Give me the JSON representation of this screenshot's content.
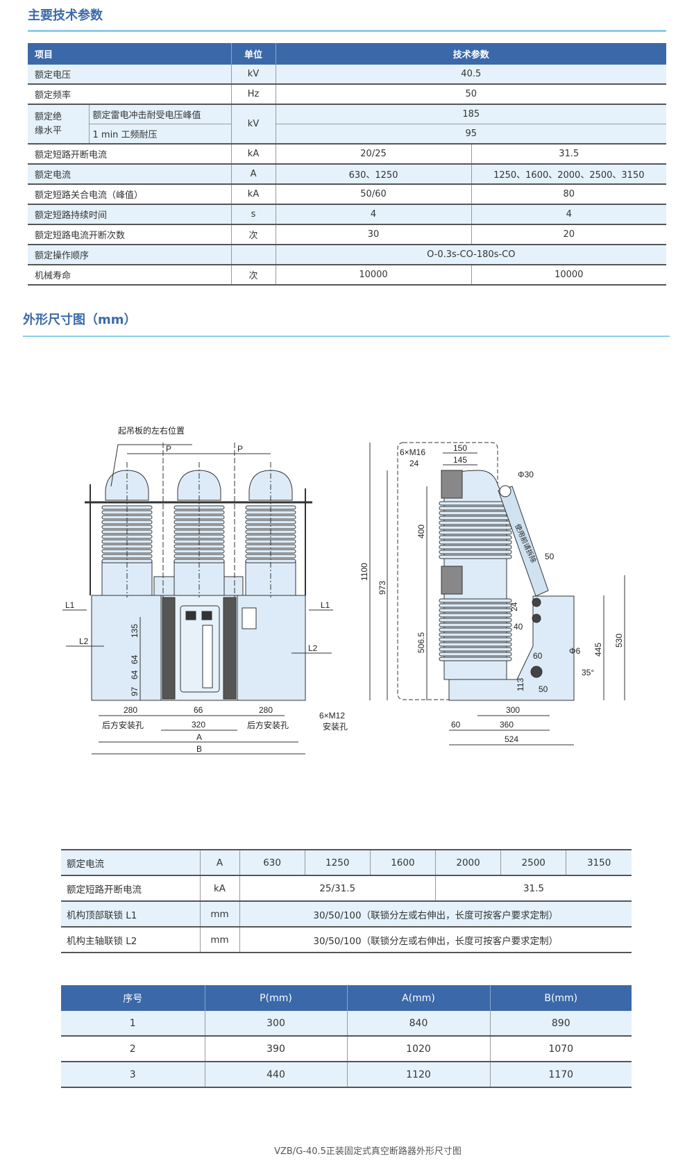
{
  "colors": {
    "accent": "#3b68a9",
    "row_tint": "#e5f2fb",
    "title": "#3a6aa8",
    "rule": "#8fcbea"
  },
  "section1": {
    "title": "主要技术参数"
  },
  "spec_table": {
    "headers": [
      "项目",
      "单位",
      "技术参数"
    ],
    "rows": {
      "voltage": {
        "label": "额定电压",
        "unit": "kV",
        "value": "40.5"
      },
      "frequency": {
        "label": "额定频率",
        "unit": "Hz",
        "value": "50"
      },
      "insulation": {
        "label": "额定绝缘水平",
        "unit": "kV",
        "sub1": "额定雷电冲击耐受电压峰值",
        "val1": "185",
        "sub2": "1 min 工频耐压",
        "val2": "95"
      },
      "breaking": {
        "label": "额定短路开断电流",
        "unit": "kA",
        "a": "20/25",
        "b": "31.5"
      },
      "current": {
        "label": "额定电流",
        "unit": "A",
        "a": "630、1250",
        "b": "1250、1600、2000、2500、3150"
      },
      "making": {
        "label": "额定短路关合电流（峰值）",
        "unit": "kA",
        "a": "50/60",
        "b": "80"
      },
      "duration": {
        "label": "额定短路持续时间",
        "unit": "s",
        "a": "4",
        "b": "4"
      },
      "break_count": {
        "label": "额定短路电流开断次数",
        "unit": "次",
        "a": "30",
        "b": "20"
      },
      "sequence": {
        "label": "额定操作顺序",
        "unit": "",
        "value": "O-0.3s-CO-180s-CO"
      },
      "mech_life": {
        "label": "机械寿命",
        "unit": "次",
        "a": "10000",
        "b": "10000"
      }
    }
  },
  "section2": {
    "title": "外形尺寸图（mm）"
  },
  "drawing": {
    "front": {
      "lifting_label": "起吊板的左右位置",
      "p": "P",
      "l1": "L1",
      "l2": "L2",
      "d135": "135",
      "d64": "64",
      "d97": "97",
      "d280": "280",
      "d66": "66",
      "d320": "320",
      "rear_holes": "后方安装孔",
      "m12": "6×M12",
      "mount_holes": "安装孔",
      "a": "A",
      "b": "B"
    },
    "side": {
      "m16": "6×M16",
      "d24": "24",
      "d150": "150",
      "d145": "145",
      "phi30": "Φ30",
      "d400": "400",
      "d1100": "1100",
      "d973": "973",
      "d506": "506.5",
      "d50": "50",
      "d40": "40",
      "d60": "60",
      "phi6": "Φ6",
      "d445": "445",
      "d530": "530",
      "angle": "35°",
      "d113": "113",
      "d300": "300",
      "d360": "360",
      "d524": "524",
      "arm_text": "使用前请拆除"
    }
  },
  "interlock_table": {
    "rows": {
      "current": {
        "label": "额定电流",
        "unit": "A",
        "values": [
          "630",
          "1250",
          "1600",
          "2000",
          "2500",
          "3150"
        ]
      },
      "breaking": {
        "label": "额定短路开断电流",
        "unit": "kA",
        "a": "25/31.5",
        "b": "31.5"
      },
      "l1": {
        "label": "机构顶部联锁 L1",
        "unit": "mm",
        "value": "30/50/100（联锁分左或右伸出，长度可按客户要求定制）"
      },
      "l2": {
        "label": "机构主轴联锁 L2",
        "unit": "mm",
        "value": "30/50/100（联锁分左或右伸出，长度可按客户要求定制）"
      }
    }
  },
  "size_table": {
    "headers": [
      "序号",
      "P(mm)",
      "A(mm)",
      "B(mm)"
    ],
    "rows": [
      [
        "1",
        "300",
        "840",
        "890"
      ],
      [
        "2",
        "390",
        "1020",
        "1070"
      ],
      [
        "3",
        "440",
        "1120",
        "1170"
      ]
    ]
  },
  "caption": "VZB/G-40.5正装固定式真空断路器外形尺寸图"
}
